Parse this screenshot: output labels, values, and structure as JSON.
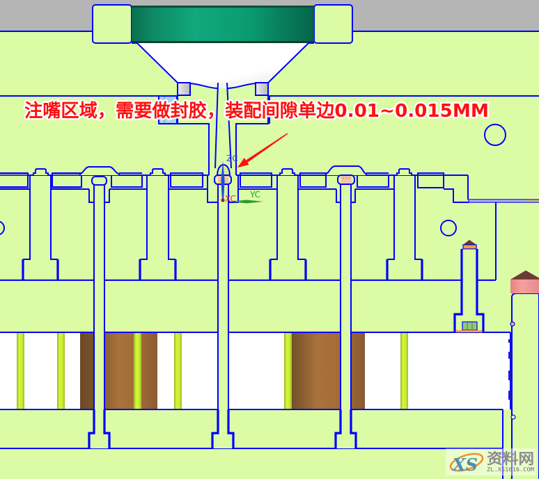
{
  "annotation": {
    "text": "注嘴区域，需要做封胶，装配间隙单边0.01~0.015MM"
  },
  "triad": {
    "z_label": "ZC",
    "x_label": "XC",
    "y_label": "YC"
  },
  "watermark": {
    "logo_text": "XS",
    "name": "资料网",
    "site_text": "ZL.XS1616.COM"
  },
  "colors": {
    "plate_fill": "#dbfca5",
    "outline": "#0000ff",
    "empty_background": "#b5b5b5",
    "locating_ring": "#0fa07a",
    "spacer_block": "#a9723c",
    "support_rod": "#d8f83a",
    "guide_pillar_cap": "#f6a0a0",
    "light_blue_insert": "#a9d2f6",
    "annotation_text": "#ff1010",
    "annotation_outline": "#ffffff",
    "axis_z": "#1d4fd6",
    "axis_x": "#e02a2a",
    "axis_y": "#2c9a2c"
  }
}
